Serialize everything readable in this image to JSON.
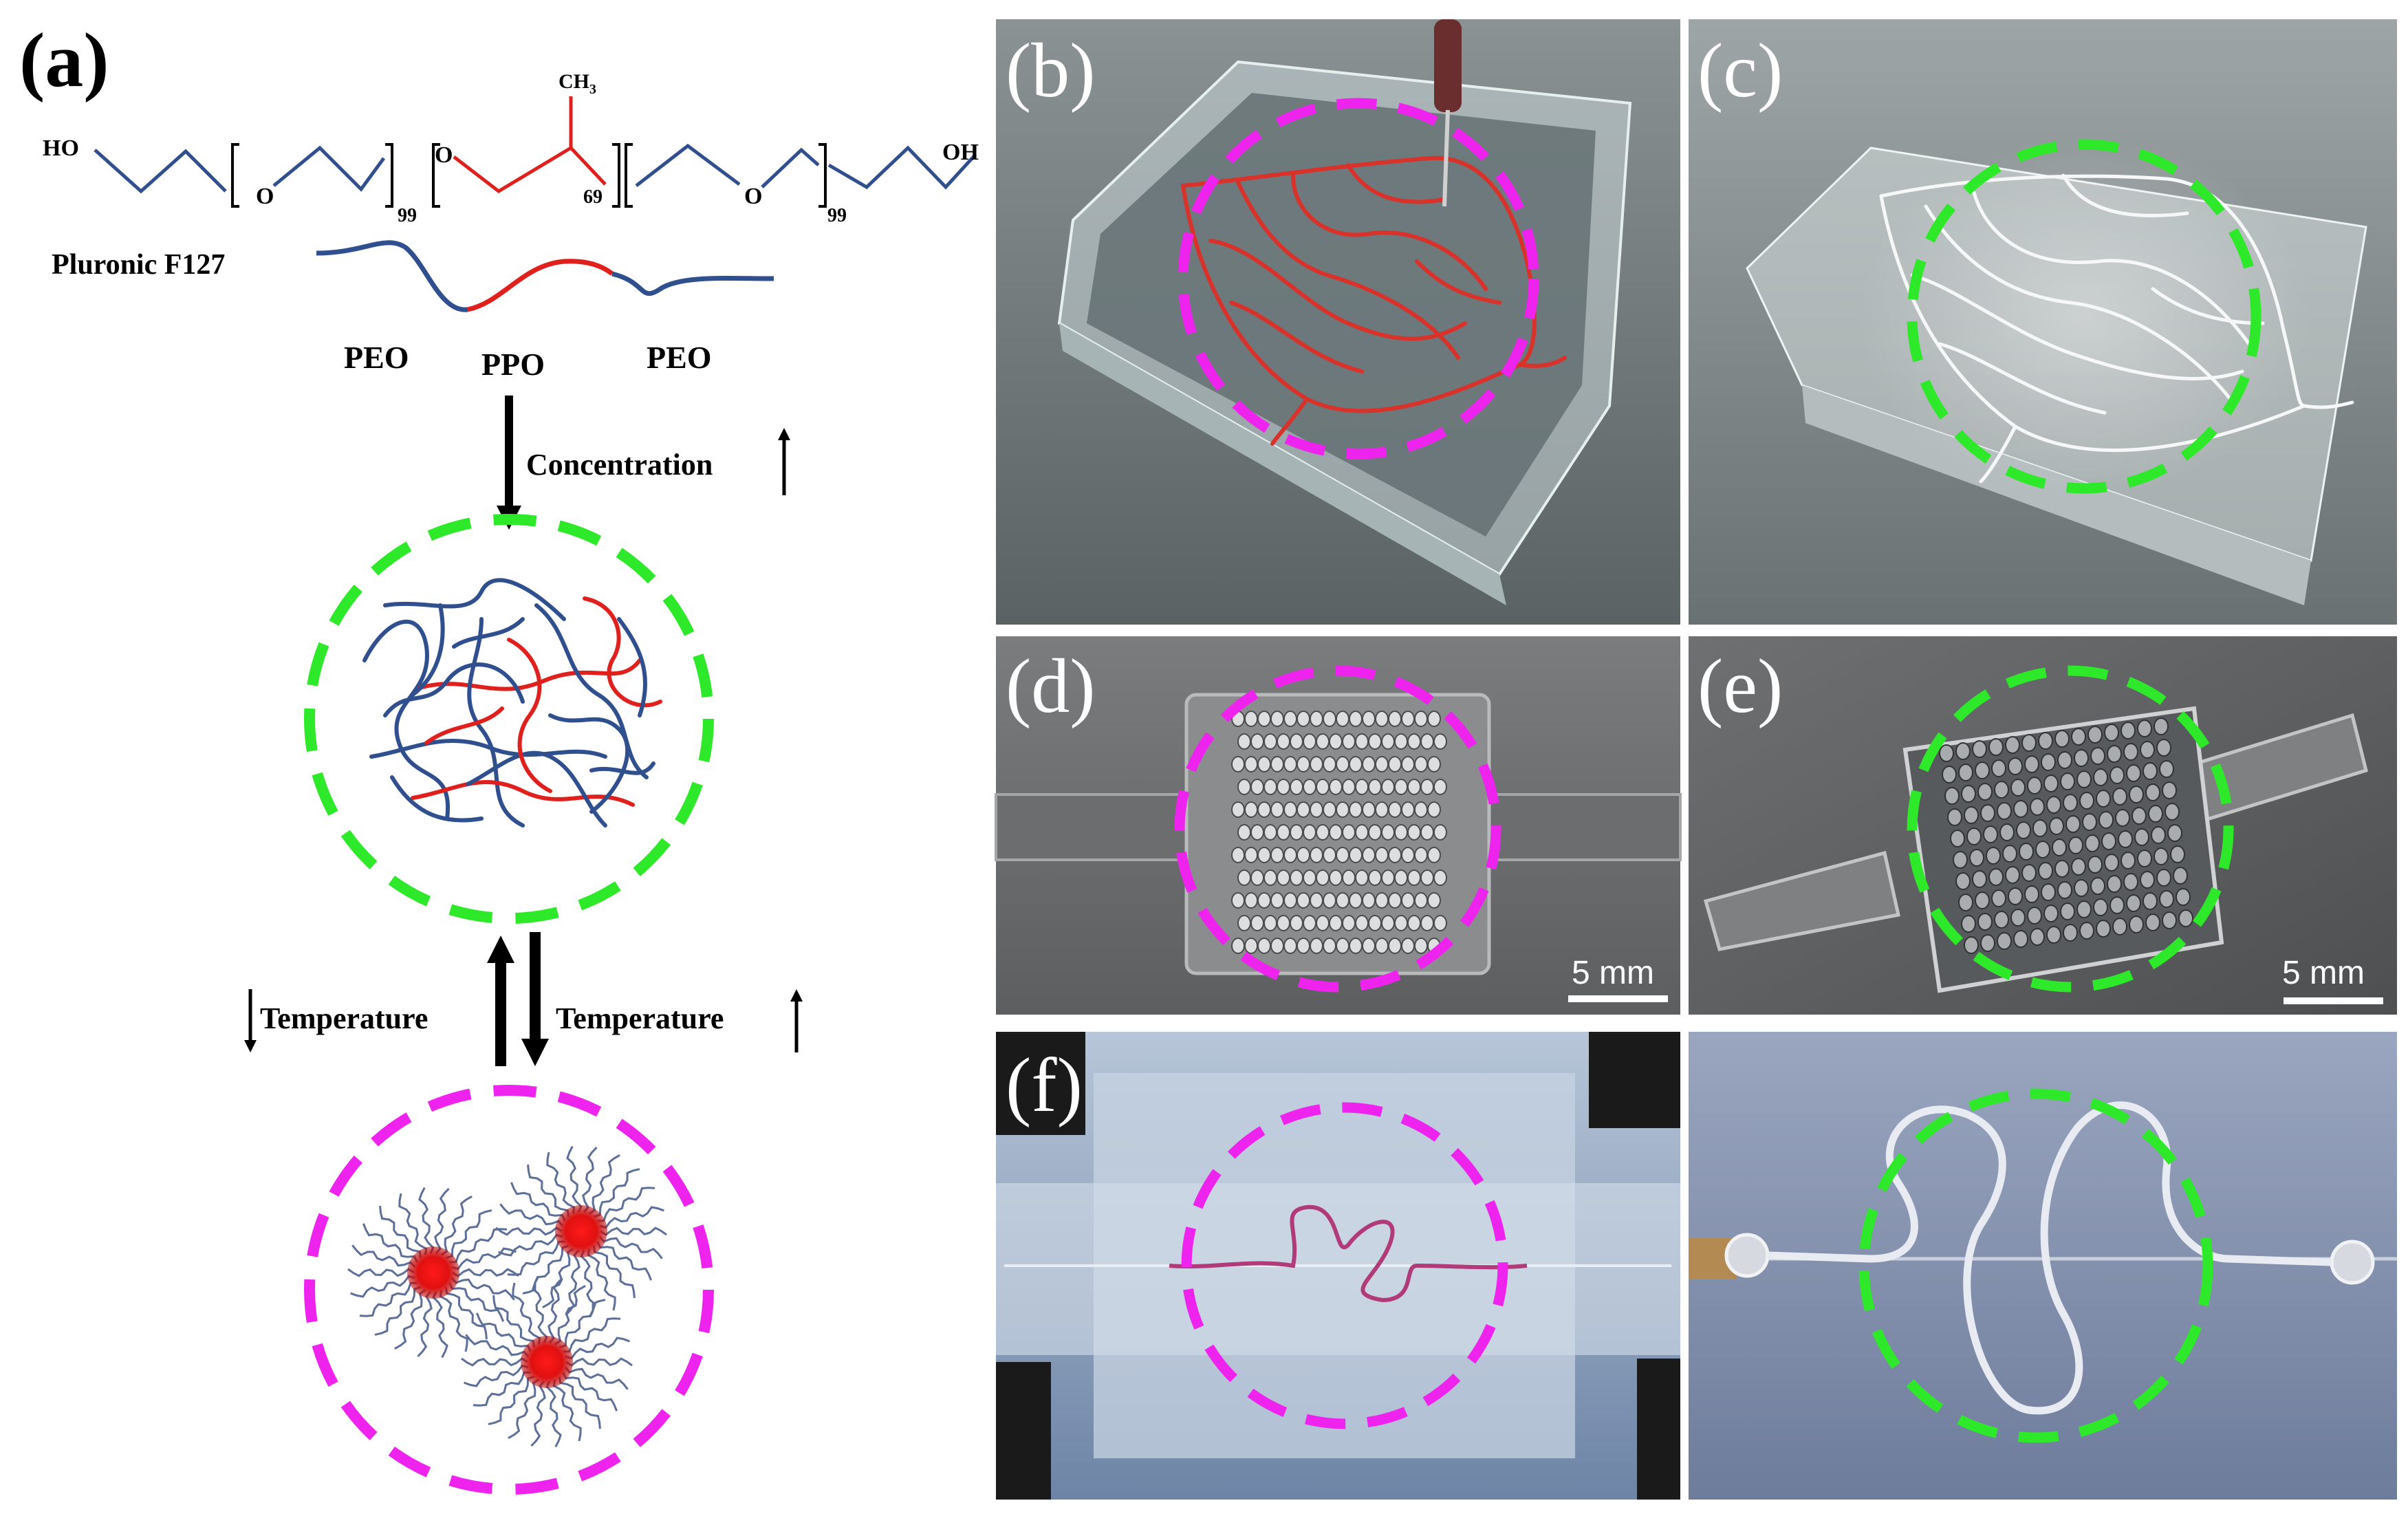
{
  "panel_labels": {
    "a": "(a)",
    "b": "(b)",
    "c": "(c)",
    "d": "(d)",
    "e": "(e)",
    "f": "(f)"
  },
  "chemistry": {
    "ch3": "CH",
    "ch3_sub": "3",
    "ho": "HO",
    "oh": "OH",
    "o": "O",
    "n1": "99",
    "n2": "69",
    "n3": "99",
    "polymer_name": "Pluronic  F127",
    "block_left": "PEO",
    "block_mid": "PPO",
    "block_right": "PEO"
  },
  "flow": {
    "concentration": "Concentration",
    "temp_down": "Temperature",
    "temp_up": "Temperature"
  },
  "scale_bars": {
    "d": "5 mm",
    "e": "5 mm"
  },
  "colors": {
    "peo_blue": "#2f4f8f",
    "ppo_red": "#e0201c",
    "green_dash": "#2ee82a",
    "magenta_dash": "#ee24ee"
  }
}
